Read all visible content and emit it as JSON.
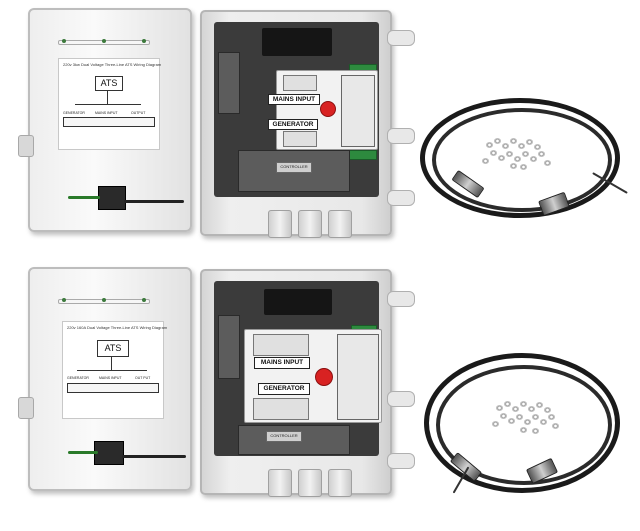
{
  "colors": {
    "enclosure": "#e8e8e8",
    "interior": "#3b3b3b",
    "knob": "#d82222",
    "terminal_block": "#2d8a3e",
    "cable": "#1a1a1a"
  },
  "products": [
    {
      "door_diagram": {
        "title": "220v 3kw Dual Voltage Three-Line ATS Wiring Diagram",
        "ats_label": "ATS",
        "sections": [
          "GENERATOR",
          "MAINS INPUT",
          "OUTPUT"
        ]
      },
      "panel": {
        "mains_label": "MAINS INPUT",
        "generator_label": "GENERATOR",
        "controller_label": "CONTROLLER"
      }
    },
    {
      "door_diagram": {
        "title": "220v 160A Dual Voltage Three-Line ATS Wiring Diagram",
        "ats_label": "ATS",
        "sections": [
          "GENERATOR",
          "MAINS INPUT",
          "OUT PUT"
        ]
      },
      "panel": {
        "mains_label": "MAINS INPUT",
        "generator_label": "GENERATOR",
        "controller_label": "CONTROLLER"
      }
    }
  ]
}
